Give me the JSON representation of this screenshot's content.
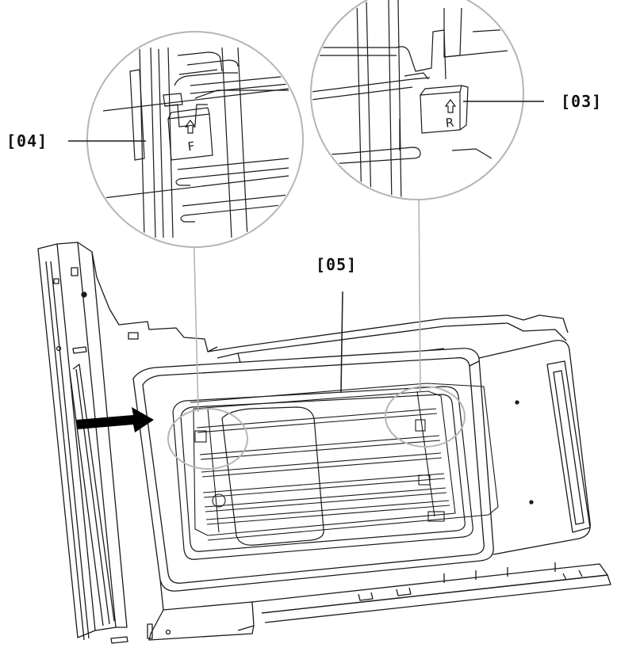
{
  "callouts": {
    "c04": "[04]",
    "c03": "[03]",
    "c05": "[05]"
  },
  "markings": {
    "front_letter": "F",
    "rear_letter": "R"
  },
  "colors": {
    "line": "#1a1a1a",
    "zoom_circle": "#b5b5b5",
    "arrow": "#000000"
  },
  "icons": {
    "insert_arrow": "right-arrow-icon",
    "mark_arrow": "up-arrow-icon"
  }
}
